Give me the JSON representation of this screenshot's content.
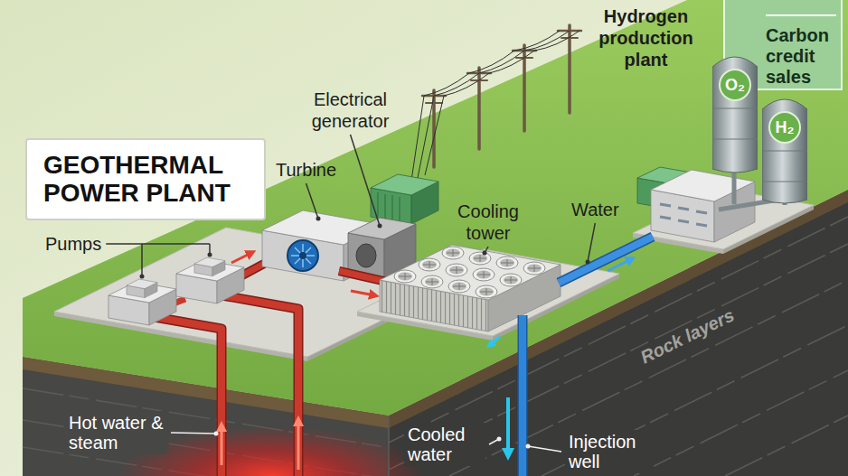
{
  "diagram": {
    "title": "GEOTHERMAL POWER PLANT",
    "nodes": [
      {
        "text": [
          "Carbon credit sales"
        ]
      },
      {
        "text": [
          "O₂"
        ]
      },
      {
        "text": [
          "H₂"
        ]
      }
    ],
    "labels": [
      "Pumps",
      "Turbine",
      "Electrical generator",
      "Cooling tower",
      "Water",
      "Hydrogen production plant",
      "Rock layers",
      "Hot water & steam",
      "Cooled water",
      "Injection well"
    ]
  }
}
